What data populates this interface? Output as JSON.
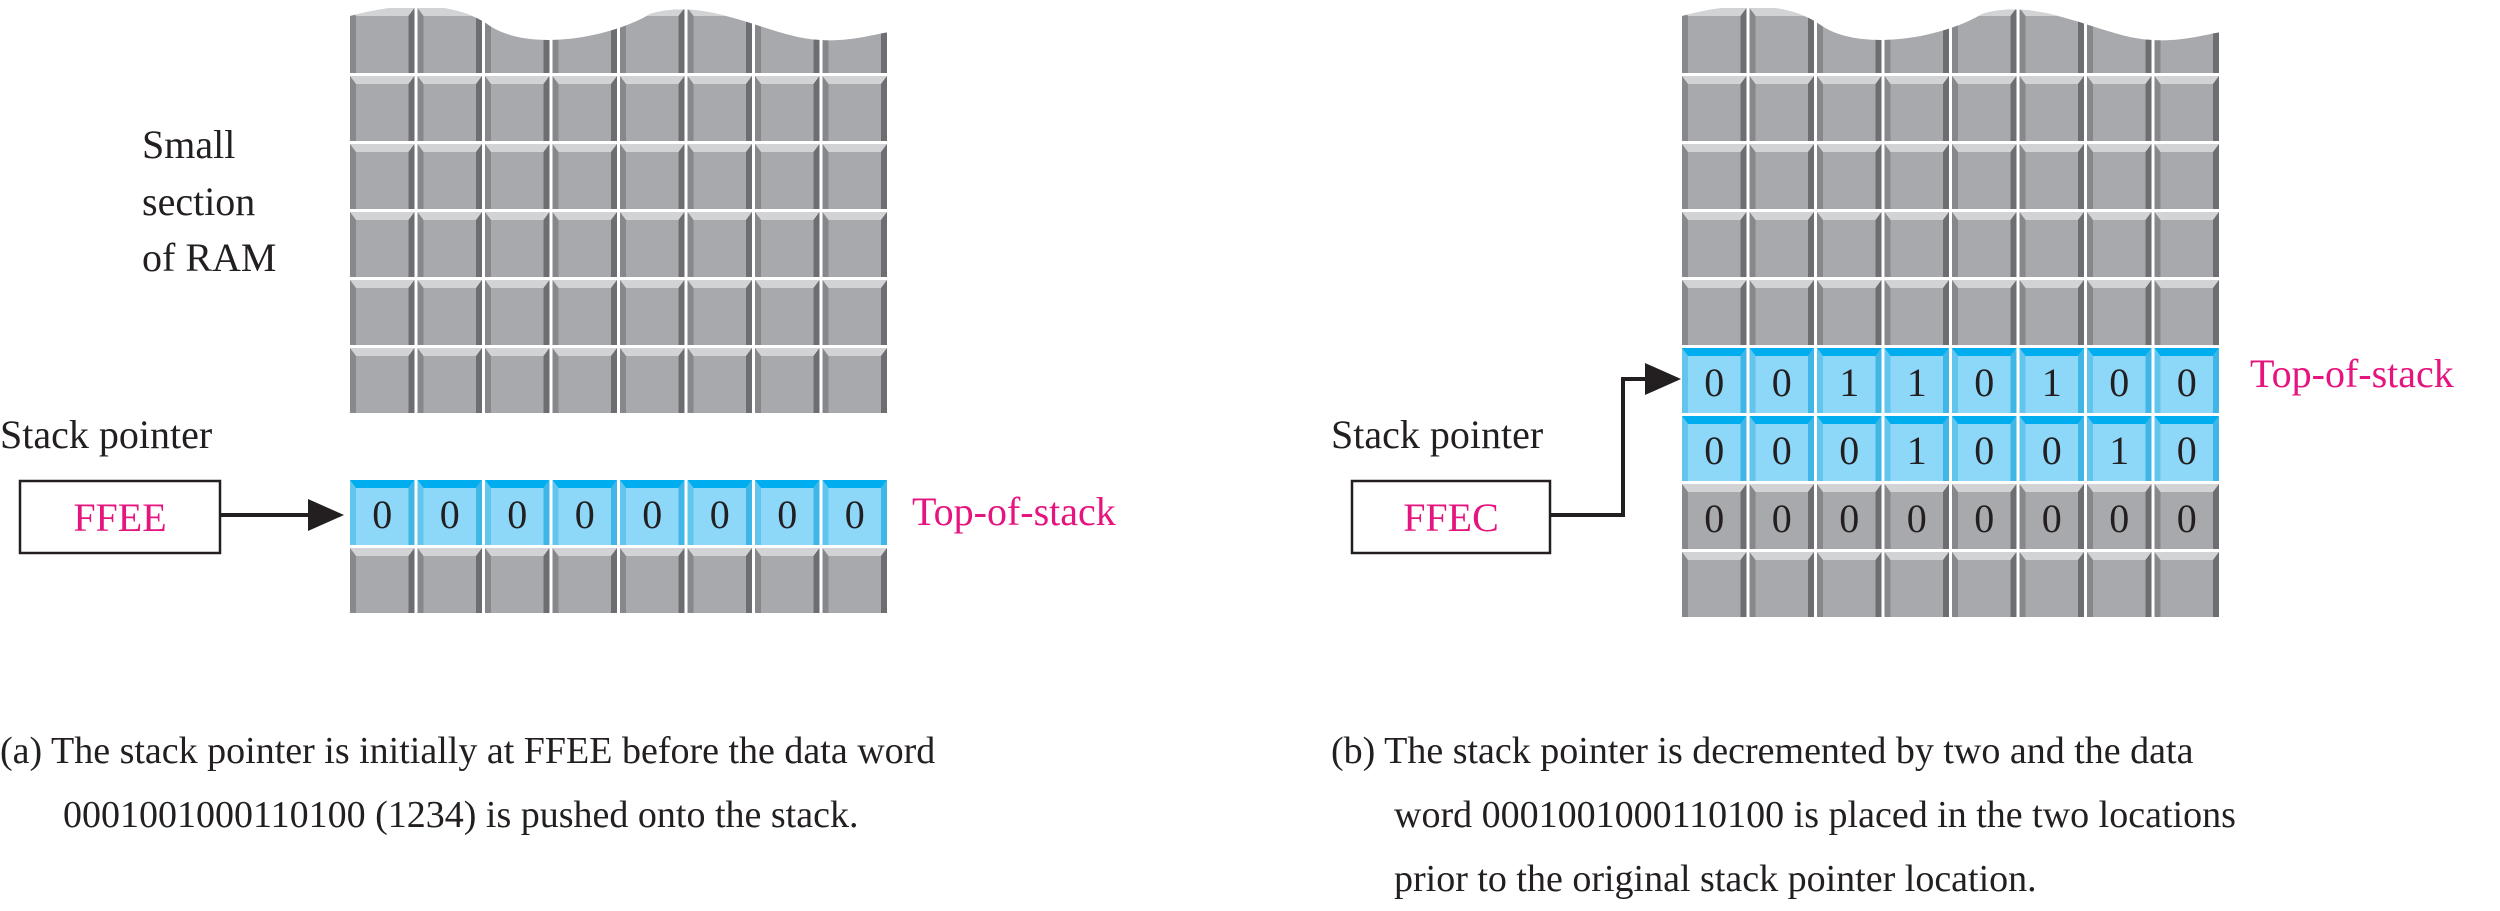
{
  "colors": {
    "cell_face": "#a7a9ac",
    "cell_top": "#d1d3d4",
    "cell_side": "#6d6e71",
    "cell_highlight_face": "#8dd8f8",
    "cell_highlight_top": "#00aeef",
    "cell_highlight_side": "#3fb6e6",
    "magenta": "#e5147f",
    "text": "#231f20"
  },
  "panel_a": {
    "ram_label_lines": [
      "Small",
      "section",
      "of RAM"
    ],
    "stack_pointer_label": "Stack pointer",
    "stack_pointer_value": "FFEE",
    "top_of_stack_label": "Top-of-stack",
    "rows": [
      {
        "highlight": false,
        "bits": []
      },
      {
        "highlight": false,
        "bits": []
      },
      {
        "highlight": false,
        "bits": []
      },
      {
        "highlight": false,
        "bits": []
      },
      {
        "highlight": false,
        "bits": []
      },
      {
        "highlight": false,
        "bits": []
      },
      {
        "highlight": true,
        "bits": [
          "0",
          "0",
          "0",
          "0",
          "0",
          "0",
          "0",
          "0"
        ]
      },
      {
        "highlight": false,
        "bits": []
      }
    ],
    "caption": {
      "line1": "(a) The stack pointer is initially at FFEE before the data word",
      "line2": "0001001000110100 (1234) is pushed onto the stack."
    }
  },
  "panel_b": {
    "stack_pointer_label": "Stack pointer",
    "stack_pointer_value": "FFEC",
    "top_of_stack_label": "Top-of-stack",
    "rows": [
      {
        "highlight": false,
        "bits": []
      },
      {
        "highlight": false,
        "bits": []
      },
      {
        "highlight": false,
        "bits": []
      },
      {
        "highlight": false,
        "bits": []
      },
      {
        "highlight": false,
        "bits": []
      },
      {
        "highlight": true,
        "bits": [
          "0",
          "0",
          "1",
          "1",
          "0",
          "1",
          "0",
          "0"
        ]
      },
      {
        "highlight": true,
        "bits": [
          "0",
          "0",
          "0",
          "1",
          "0",
          "0",
          "1",
          "0"
        ]
      },
      {
        "highlight": false,
        "bits": [
          "0",
          "0",
          "0",
          "0",
          "0",
          "0",
          "0",
          "0"
        ]
      },
      {
        "highlight": false,
        "bits": []
      }
    ],
    "caption": {
      "line1": "(b) The stack pointer is decremented by two and the data",
      "line2": "word 0001001000110100 is placed in the two locations",
      "line3": "prior to the original stack pointer location."
    }
  }
}
